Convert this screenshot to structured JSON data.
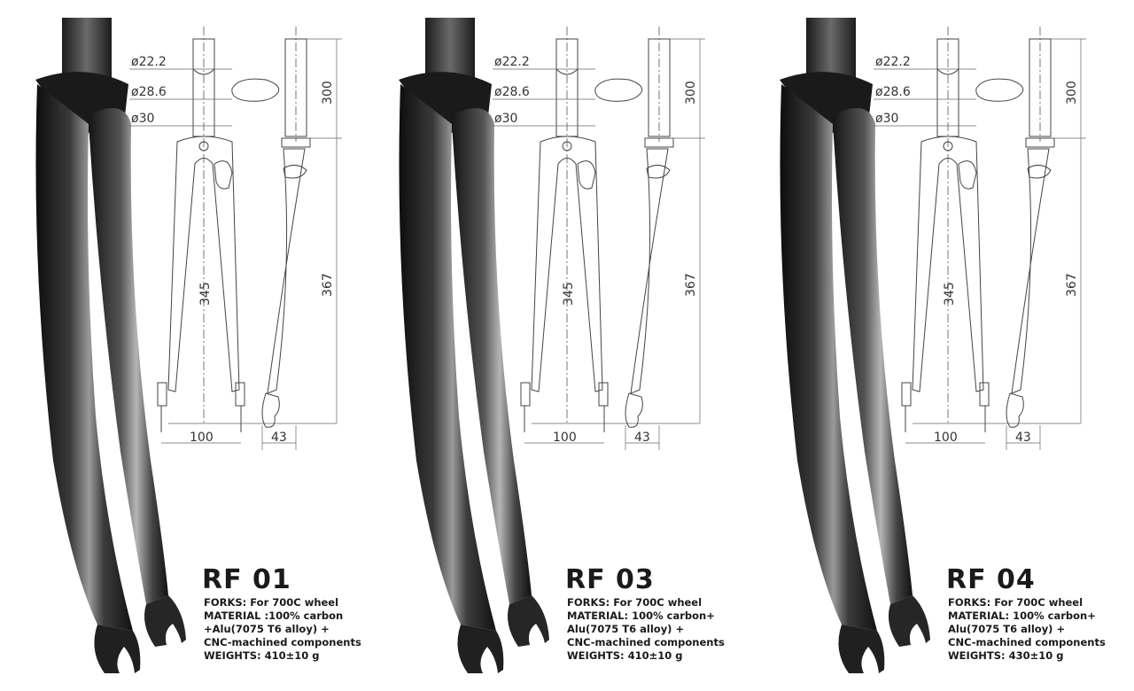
{
  "forks": [
    {
      "model": "RF 01",
      "dims": {
        "d1": "ø22.2",
        "d2": "ø28.6",
        "d3": "ø30",
        "length_a": "345",
        "length_b": "367",
        "steer": "300",
        "spacing": "100",
        "offset": "43"
      },
      "specs": [
        "FORKS: For 700C wheel",
        "MATERIAL :100% carbon",
        "+Alu(7075 T6 alloy) +",
        "CNC-machined components",
        "WEIGHTS: 410±10 g"
      ]
    },
    {
      "model": "RF  03",
      "dims": {
        "d1": "ø22.2",
        "d2": "ø28.6",
        "d3": "ø30",
        "length_a": "345",
        "length_b": "367",
        "steer": "300",
        "spacing": "100",
        "offset": "43"
      },
      "specs": [
        "FORKS: For 700C wheel",
        "MATERIAL: 100% carbon+",
        "Alu(7075 T6 alloy) +",
        "CNC-machined components",
        "WEIGHTS: 410±10 g"
      ]
    },
    {
      "model": "RF  04",
      "dims": {
        "d1": "ø22.2",
        "d2": "ø28.6",
        "d3": "ø30",
        "length_a": "345",
        "length_b": "367",
        "steer": "300",
        "spacing": "100",
        "offset": "43"
      },
      "specs": [
        "FORKS: For 700C wheel",
        "MATERIAL: 100% carbon+",
        "Alu(7075 T6 alloy) +",
        "CNC-machined components",
        "WEIGHTS: 430±10 g"
      ]
    }
  ]
}
